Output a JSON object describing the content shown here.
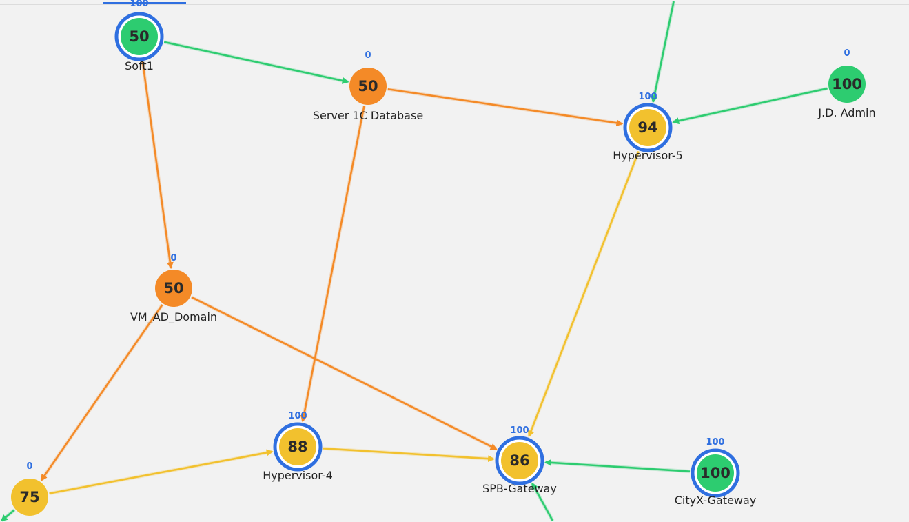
{
  "colors": {
    "green": "#2dcc70",
    "orange": "#f48a27",
    "yellow": "#f2c12e",
    "ring": "#2f6fe0",
    "score": "#2f6fe0"
  },
  "nodes": [
    {
      "id": "soft1",
      "value": "50",
      "label": "Soft1",
      "score": "100",
      "color": "green",
      "ring": true
    },
    {
      "id": "server1c",
      "value": "50",
      "label": "Server 1C Database",
      "score": "0",
      "color": "orange",
      "ring": false
    },
    {
      "id": "hyper5",
      "value": "94",
      "label": "Hypervisor-5",
      "score": "100",
      "color": "yellow",
      "ring": true
    },
    {
      "id": "jdadmin",
      "value": "100",
      "label": "J.D. Admin",
      "score": "0",
      "color": "green",
      "ring": false
    },
    {
      "id": "vmad",
      "value": "50",
      "label": "VM_AD_Domain",
      "score": "0",
      "color": "orange",
      "ring": false
    },
    {
      "id": "hyper4",
      "value": "88",
      "label": "Hypervisor-4",
      "score": "100",
      "color": "yellow",
      "ring": true
    },
    {
      "id": "spb",
      "value": "86",
      "label": "SPB-Gateway",
      "score": "100",
      "color": "yellow",
      "ring": true
    },
    {
      "id": "cityx",
      "value": "100",
      "label": "CityX-Gateway",
      "score": "100",
      "color": "green",
      "ring": true
    },
    {
      "id": "adctrl",
      "value": "75",
      "label": "",
      "score": "0",
      "color": "yellow",
      "ring": false
    }
  ],
  "edges": [
    {
      "from": "soft1",
      "to": "server1c",
      "color": "green"
    },
    {
      "from": "server1c",
      "to": "hyper5",
      "color": "orange"
    },
    {
      "from": "jdadmin",
      "to": "hyper5",
      "color": "green"
    },
    {
      "from": "offscreen_top",
      "to": "hyper5",
      "color": "green"
    },
    {
      "from": "soft1",
      "to": "vmad",
      "color": "orange"
    },
    {
      "from": "server1c",
      "to": "hyper4",
      "color": "orange"
    },
    {
      "from": "vmad",
      "to": "adctrl",
      "color": "orange"
    },
    {
      "from": "vmad",
      "to": "spb",
      "color": "orange"
    },
    {
      "from": "hyper5",
      "to": "spb",
      "color": "yellow"
    },
    {
      "from": "adctrl",
      "to": "hyper4",
      "color": "yellow"
    },
    {
      "from": "hyper4",
      "to": "spb",
      "color": "yellow"
    },
    {
      "from": "cityx",
      "to": "spb",
      "color": "green"
    },
    {
      "from": "offscreen_bottom",
      "to": "spb",
      "color": "green"
    },
    {
      "from": "adctrl",
      "to": "offscreen_left",
      "color": "green"
    }
  ]
}
